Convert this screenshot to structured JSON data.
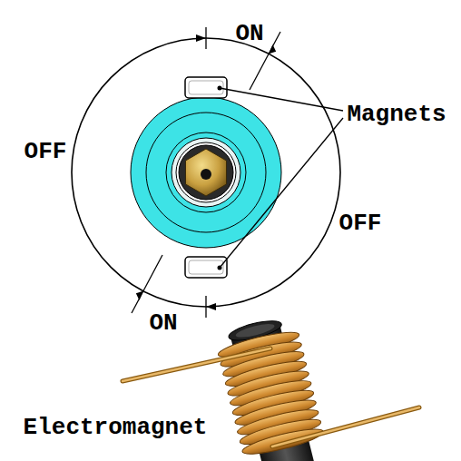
{
  "diagram": {
    "labels": [
      "ON",
      "Magnets",
      "OFF",
      "OFF",
      "ON",
      "Electromagnet"
    ]
  }
}
